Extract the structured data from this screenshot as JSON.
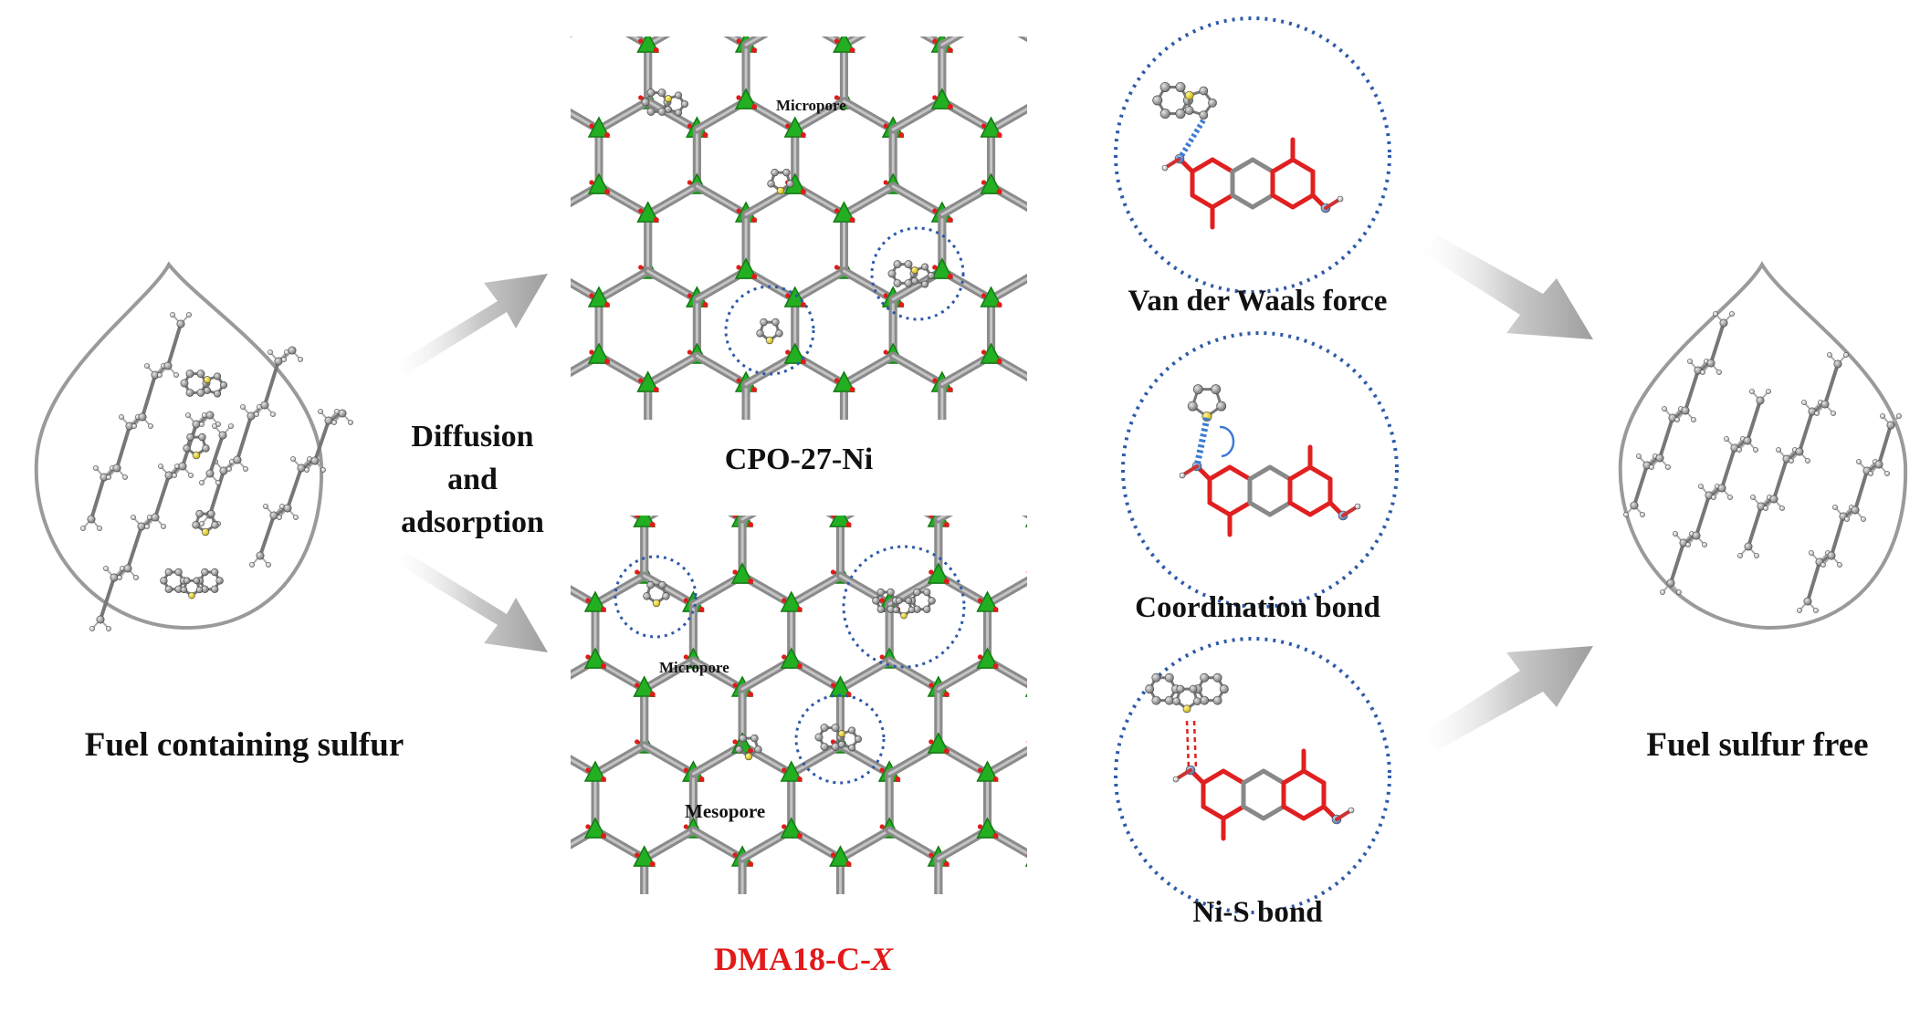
{
  "colors": {
    "framework_node": "#22b022",
    "framework_node_dark": "#157a15",
    "oxygen": "#e11b1b",
    "sulfur": "#e8d21c",
    "carbon": "#8a8a8a",
    "nickel": "#6a8fc4",
    "dotted_circle": "#2d5aa8",
    "arrow": "#b9b9b9",
    "drop_outline": "#9a9a9a",
    "highlight_label": "#e21a1a"
  },
  "labels": {
    "fuel_in": "Fuel containing sulfur",
    "fuel_out": "Fuel sulfur free",
    "diffusion": [
      "Diffusion",
      "and",
      "adsorption"
    ],
    "cpo": "CPO-27-Ni",
    "dma_prefix": "DMA18-C-",
    "dma_suffix": "X",
    "micropore_top": "Micropore",
    "micropore_bottom": "Micropore",
    "mesopore": "Mesopore"
  },
  "interactions": [
    {
      "label": "Van der Waals force",
      "molecule": "benzothiophene-icon"
    },
    {
      "label": "Coordination bond",
      "molecule": "thiophene-icon"
    },
    {
      "label": "Ni-S bond",
      "molecule": "dibenzothiophene-icon"
    }
  ],
  "icons": [
    "droplet-icon",
    "arrow-icon",
    "alkane-chain-icon",
    "mof-framework-icon",
    "linker-molecule-icon"
  ]
}
